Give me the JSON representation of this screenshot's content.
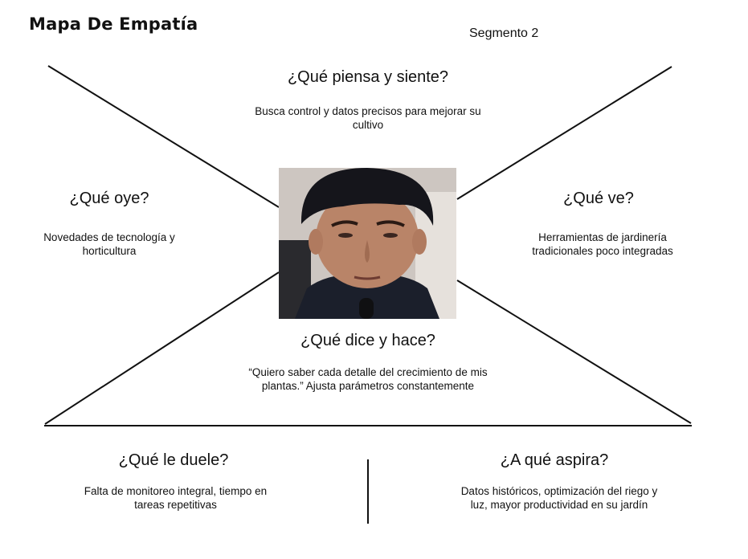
{
  "title": "Mapa De Empatía",
  "segment": "Segmento 2",
  "sections": {
    "piensa": {
      "question": "¿Qué piensa y siente?",
      "answer": "Busca control y datos precisos para mejorar su cultivo"
    },
    "oye": {
      "question": "¿Qué oye?",
      "answer": "Novedades de tecnología y horticultura"
    },
    "ve": {
      "question": "¿Qué ve?",
      "answer": "Herramientas de jardinería tradicionales poco integradas"
    },
    "dice": {
      "question": "¿Qué dice y hace?",
      "answer": "“Quiero saber cada detalle del crecimiento de mis plantas.” Ajusta parámetros constantemente"
    },
    "duele": {
      "question": "¿Qué le duele?",
      "answer": "Falta de monitoreo integral, tiempo en tareas repetitivas"
    },
    "aspira": {
      "question": "¿A qué aspira?",
      "answer": "Datos históricos, optimización del riego y luz, mayor productividad en su jardín"
    }
  },
  "colors": {
    "line": "#111111",
    "background": "#ffffff"
  }
}
